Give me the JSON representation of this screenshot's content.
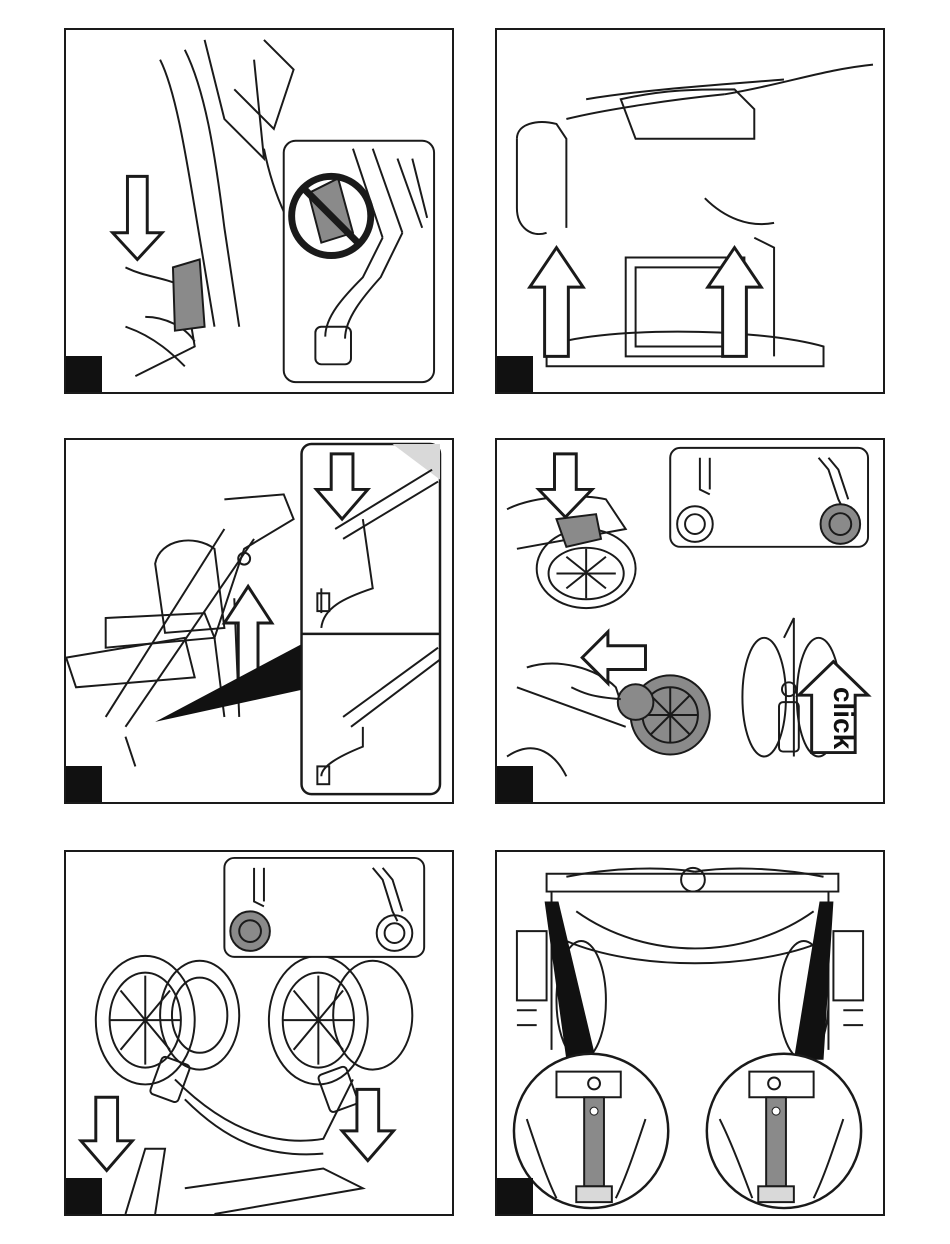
{
  "panels": [
    {
      "id": "step-1"
    },
    {
      "id": "step-2"
    },
    {
      "id": "step-3"
    },
    {
      "id": "step-4",
      "label": "click"
    },
    {
      "id": "step-5"
    },
    {
      "id": "step-6"
    }
  ],
  "colors": {
    "line": "#1a1a1a",
    "part_gray": "#8a8a8a",
    "light_gray": "#d9d9d9",
    "badge": "#111111"
  }
}
